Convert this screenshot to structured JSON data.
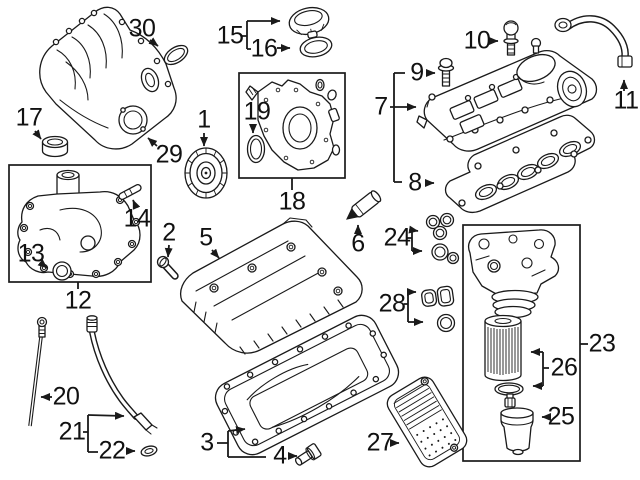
{
  "diagram": {
    "kind": "engine-exploded-parts-diagram",
    "colors": {
      "background": "#ffffff",
      "line": "#1a1a1a",
      "label": "#111111"
    },
    "callouts": [
      "1",
      "2",
      "3",
      "4",
      "5",
      "6",
      "7",
      "8",
      "9",
      "10",
      "11",
      "12",
      "13",
      "14",
      "15",
      "16",
      "17",
      "18",
      "19",
      "20",
      "21",
      "22",
      "23",
      "24",
      "25",
      "26",
      "27",
      "28",
      "29",
      "30"
    ]
  }
}
